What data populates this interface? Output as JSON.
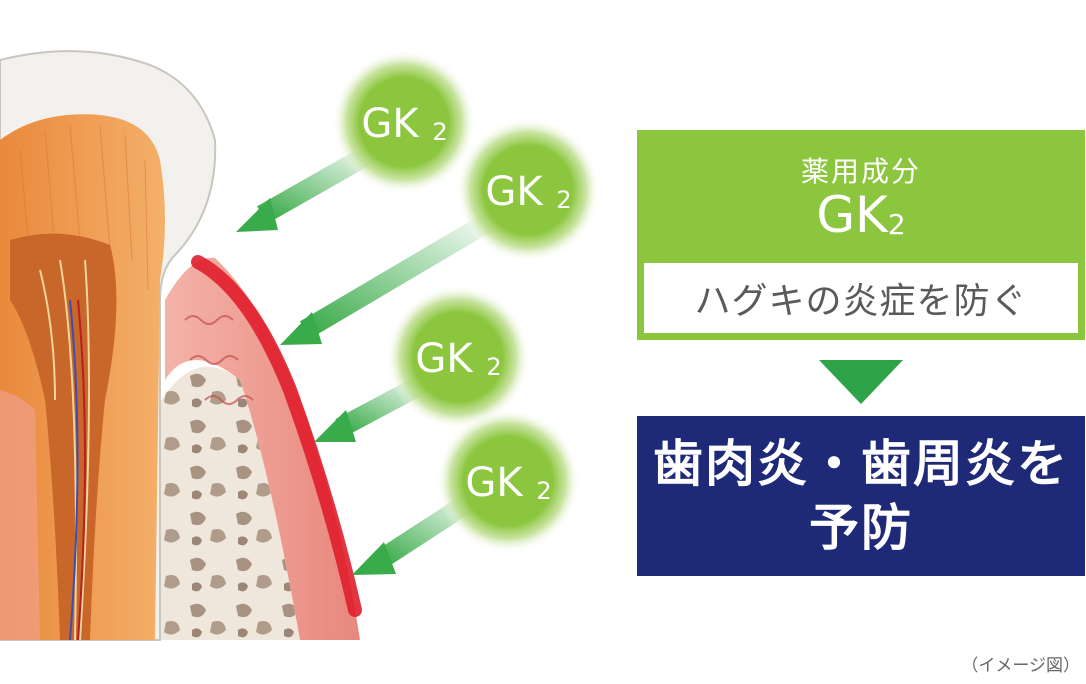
{
  "bubbles": [
    {
      "label": "GK2",
      "main": "GK",
      "sub": "2"
    },
    {
      "label": "GK2",
      "main": "GK",
      "sub": "2"
    },
    {
      "label": "GK2",
      "main": "GK",
      "sub": "2"
    },
    {
      "label": "GK2",
      "main": "GK",
      "sub": "2"
    }
  ],
  "panel": {
    "ingredient_caption": "薬用成分",
    "ingredient_name": "GK",
    "ingredient_sub": "2",
    "effect": "ハグキの炎症を防ぐ",
    "result_line1": "歯肉炎・歯周炎を",
    "result_line2": "予防"
  },
  "caption": "（イメージ図）",
  "colors": {
    "bubble": "#8cc63f",
    "arrow": "#3aab4a",
    "gum_inflamed": "#e01e2c",
    "green_box": "#8cc63f",
    "navy_box": "#1e2a78",
    "down_arrow": "#2ea348"
  }
}
